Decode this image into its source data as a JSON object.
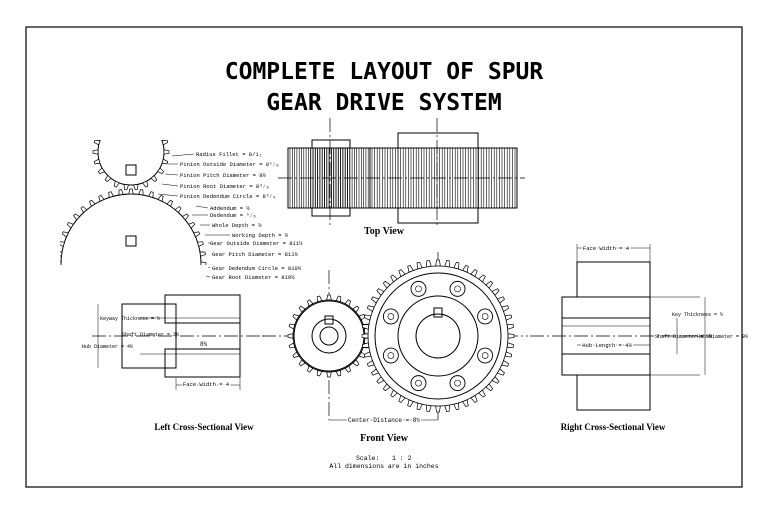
{
  "title": {
    "line1": "COMPLETE LAYOUT OF SPUR",
    "line2": "GEAR DRIVE SYSTEM"
  },
  "views": {
    "top": "Top View",
    "front": "Front   View",
    "left": "Left Cross-Sectional View",
    "right": "Right Cross-Sectional View"
  },
  "callouts": [
    "Radius Fillet = 8/1₁",
    "Pinion Outside Diameter = 8⁵⁄₆",
    "Pinion Pitch Diameter = 8½",
    "Pinion Root Diameter = 8³⁄₈",
    "Pinion Dedendum Circle = 8³⁄₄",
    "Addendum = ½",
    "Dedendum = ⁵⁄₆",
    "Whole Depth = ½",
    "Working Depth = ½",
    "Gear Outside Diameter = 811½",
    "Gear Pitch Diameter = 811½",
    "Gear Dedendum Circle = 810½",
    "Gear Root Diameter = 810½"
  ],
  "left_section": {
    "keyway": "Keyway\nThickness = ½",
    "shaft": "Shaft\nDiameter = 2½",
    "hub": "Hub\nDiameter = 4½",
    "face_width": "Face Width = 4",
    "center_dim": "8¾"
  },
  "right_section": {
    "face_width": "Face Width = 4",
    "key": "Key\nThickness = ½",
    "shaft": "Shaft\nDiameter = 5½",
    "hub": "Hub\nDiameter = 9½",
    "hub_length": "Hub Length = 4½"
  },
  "front": {
    "center_distance": "Center Distance = 8½"
  },
  "footer": {
    "scale_label": "Scale:",
    "scale_value": "1 : 2",
    "note": "All dimensions are in inches"
  }
}
